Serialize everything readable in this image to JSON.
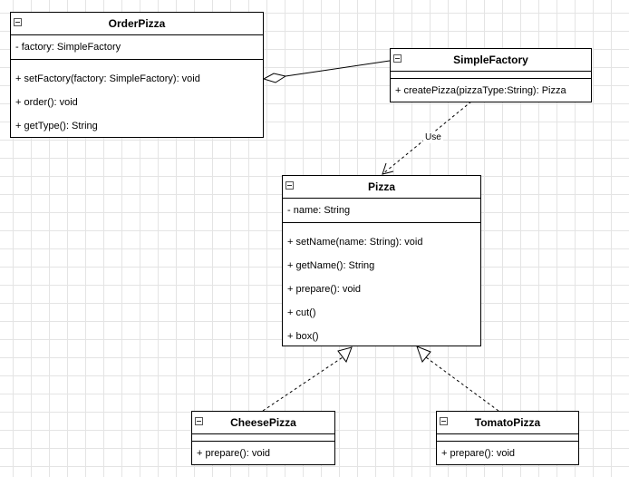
{
  "classes": {
    "order_pizza": {
      "name": "OrderPizza",
      "attributes": [
        "- factory: SimpleFactory"
      ],
      "methods": [
        "+ setFactory(factory: SimpleFactory): void",
        "+ order(): void",
        "+ getType(): String"
      ]
    },
    "simple_factory": {
      "name": "SimpleFactory",
      "attributes": [],
      "methods": [
        "+ createPizza(pizzaType:String): Pizza"
      ]
    },
    "pizza": {
      "name": "Pizza",
      "attributes": [
        "- name: String"
      ],
      "methods": [
        "+ setName(name: String): void",
        "+ getName(): String",
        "+ prepare(): void",
        "+ cut()",
        "+ box()"
      ]
    },
    "cheese_pizza": {
      "name": "CheesePizza",
      "attributes": [],
      "methods": [
        "+ prepare(): void"
      ]
    },
    "tomato_pizza": {
      "name": "TomatoPizza",
      "attributes": [],
      "methods": [
        "+ prepare(): void"
      ]
    }
  },
  "relationships": {
    "use_label": "Use"
  },
  "colors": {
    "line": "#000000",
    "grid": "#e4e4e4"
  }
}
